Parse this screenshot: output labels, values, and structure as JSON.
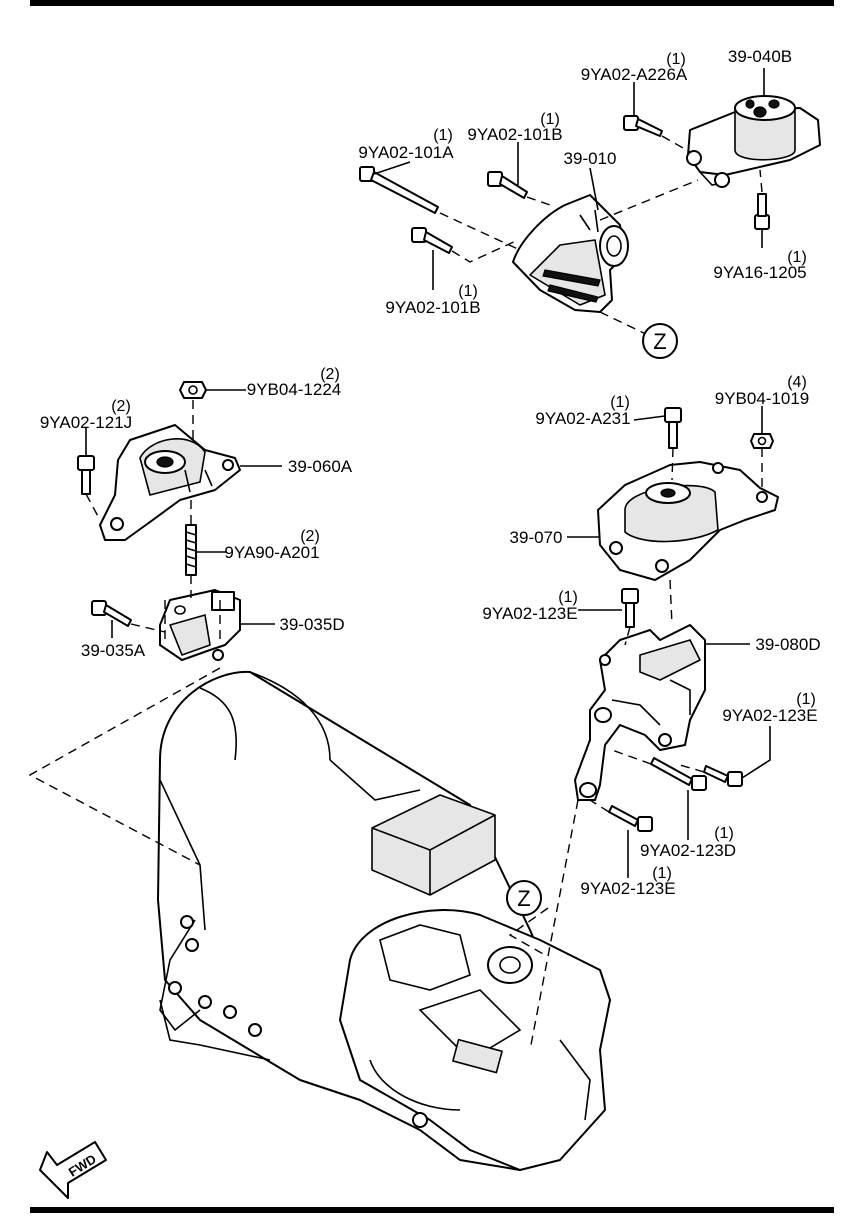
{
  "diagram": {
    "callout": "Z",
    "fwd_label": "FWD",
    "labels": [
      {
        "id": "p39040B",
        "code": "39-040B",
        "qty": ""
      },
      {
        "id": "p9YA02A226A",
        "code": "9YA02-A226A",
        "qty": "(1)"
      },
      {
        "id": "p9YA02101Ba",
        "code": "9YA02-101B",
        "qty": "(1)"
      },
      {
        "id": "p9YA02101A",
        "code": "9YA02-101A",
        "qty": "(1)"
      },
      {
        "id": "p39010",
        "code": "39-010",
        "qty": ""
      },
      {
        "id": "p9YA161205",
        "code": "9YA16-1205",
        "qty": "(1)"
      },
      {
        "id": "p9YA02101Bb",
        "code": "9YA02-101B",
        "qty": "(1)"
      },
      {
        "id": "p9YB041224",
        "code": "9YB04-1224",
        "qty": "(2)"
      },
      {
        "id": "p9YA02121J",
        "code": "9YA02-121J",
        "qty": "(2)"
      },
      {
        "id": "p39060A",
        "code": "39-060A",
        "qty": ""
      },
      {
        "id": "p9YA90A201",
        "code": "9YA90-A201",
        "qty": "(2)"
      },
      {
        "id": "p39035D",
        "code": "39-035D",
        "qty": ""
      },
      {
        "id": "p39035A",
        "code": "39-035A",
        "qty": ""
      },
      {
        "id": "p9YA02A231",
        "code": "9YA02-A231",
        "qty": "(1)"
      },
      {
        "id": "p9YB041019",
        "code": "9YB04-1019",
        "qty": "(4)"
      },
      {
        "id": "p39070",
        "code": "39-070",
        "qty": ""
      },
      {
        "id": "p9YA02123Ea",
        "code": "9YA02-123E",
        "qty": "(1)"
      },
      {
        "id": "p39080D",
        "code": "39-080D",
        "qty": ""
      },
      {
        "id": "p9YA02123Eb",
        "code": "9YA02-123E",
        "qty": "(1)"
      },
      {
        "id": "p9YA02123D",
        "code": "9YA02-123D",
        "qty": "(1)"
      },
      {
        "id": "p9YA02123Ec",
        "code": "9YA02-123E",
        "qty": "(1)"
      }
    ]
  }
}
